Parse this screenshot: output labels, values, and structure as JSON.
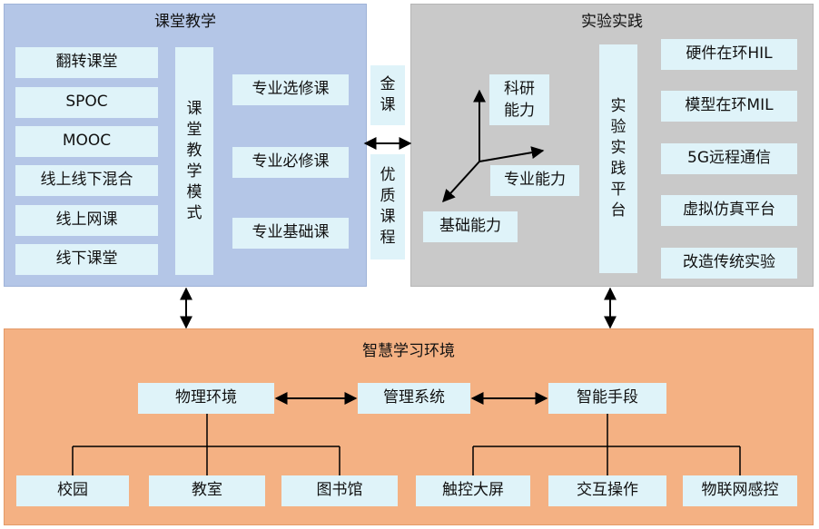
{
  "classroom": {
    "title": "课堂教学",
    "modes": [
      "翻转课堂",
      "SPOC",
      "MOOC",
      "线上线下混合",
      "线上网课",
      "线下课堂"
    ],
    "mode_label": "课堂教学模式",
    "courses": [
      "专业选修课",
      "专业必修课",
      "专业基础课"
    ]
  },
  "middle": {
    "gold": "金课",
    "quality": "优质课程"
  },
  "lab": {
    "title": "实验实践",
    "abilities": {
      "research": "科研能力",
      "professional": "专业能力",
      "basic": "基础能力"
    },
    "platform_label": "实验实践平台",
    "items": [
      "硬件在环HIL",
      "模型在环MIL",
      "5G远程通信",
      "虚拟仿真平台",
      "改造传统实验"
    ]
  },
  "environment": {
    "title": "智慧学习环境",
    "physical": "物理环境",
    "management": "管理系统",
    "smart": "智能手段",
    "physical_children": [
      "校园",
      "教室",
      "图书馆"
    ],
    "smart_children": [
      "触控大屏",
      "交互操作",
      "物联网感控"
    ]
  }
}
